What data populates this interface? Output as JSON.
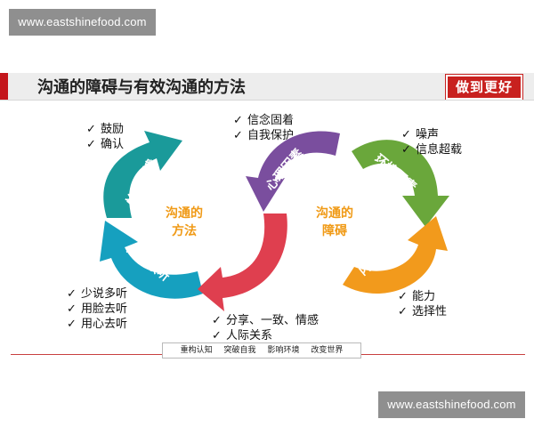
{
  "watermarks": {
    "top": "www.eastshinefood.com",
    "bottom": "www.eastshinefood.com"
  },
  "header": {
    "title": "沟通的障碍与有效沟通的方法",
    "stamp": "做到更好"
  },
  "center_labels": {
    "left": {
      "line1": "沟通的",
      "line2": "方法"
    },
    "right": {
      "line1": "沟通的",
      "line2": "障碍"
    }
  },
  "arrows": {
    "left_top": {
      "label": "恰当反馈",
      "color": "#1a9a9a"
    },
    "left_bottom": {
      "label": "用心倾听",
      "color": "#16a0bf"
    },
    "middle_top": {
      "label": "心理因素",
      "color": "#7a4e9e"
    },
    "middle_bottom": {
      "label": "明确目标",
      "color": "#df3f4f"
    },
    "right_top": {
      "label": "环境因素",
      "color": "#6aa73b"
    },
    "right_bottom": {
      "label": "内部因素",
      "color": "#f29a1c"
    }
  },
  "bullet_groups": {
    "feedback": [
      "鼓励",
      "确认"
    ],
    "listening": [
      "少说多听",
      "用脸去听",
      "用心去听"
    ],
    "psychological": [
      "信念固着",
      "自我保护"
    ],
    "goal": [
      "分享、一致、情感",
      "人际关系"
    ],
    "environment": [
      "噪声",
      "信息超载"
    ],
    "internal": [
      "能力",
      "选择性"
    ]
  },
  "check_mark": "✓",
  "bottom_bar": [
    "重构认知",
    "突破自我",
    "影响环境",
    "改变世界"
  ]
}
